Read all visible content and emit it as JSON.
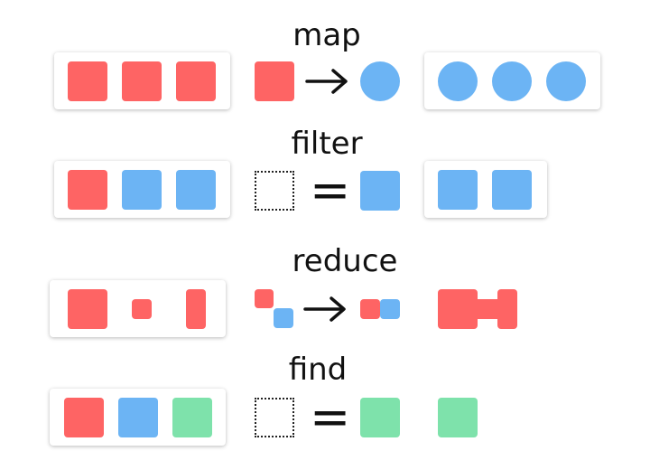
{
  "colors": {
    "red": "#fe6464",
    "blue": "#6cb4f4",
    "green": "#7ee2ab",
    "ink": "#111111"
  },
  "sections": [
    {
      "title": "map"
    },
    {
      "title": "filter",
      "operator": "="
    },
    {
      "title": "reduce"
    },
    {
      "title": "find",
      "operator": "="
    }
  ]
}
